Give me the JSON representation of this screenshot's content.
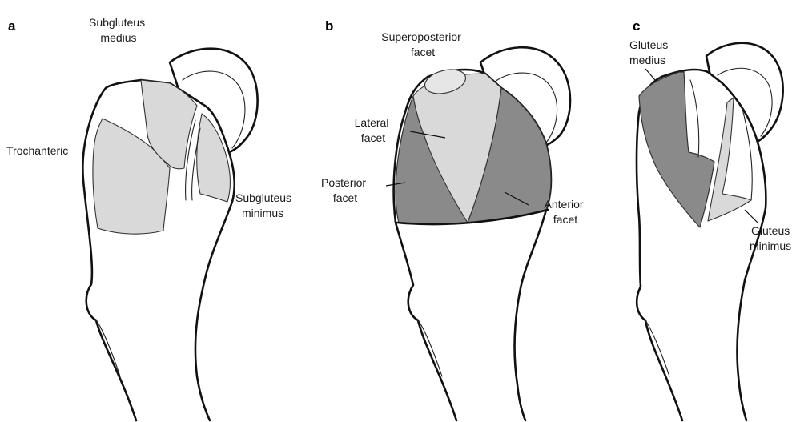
{
  "colors": {
    "light_region": "#d9d9d9",
    "dark_region": "#8a8a8a",
    "outline": "#111111"
  },
  "panels": [
    {
      "letter": "a",
      "labels": {
        "subgluteus_medius": [
          "Subgluteus",
          "medius"
        ],
        "trochanteric": [
          "Trochanteric"
        ],
        "subgluteus_minimus": [
          "Subgluteus",
          "minimus"
        ]
      }
    },
    {
      "letter": "b",
      "labels": {
        "superoposterior_facet": [
          "Superoposterior",
          "facet"
        ],
        "lateral_facet": [
          "Lateral",
          "facet"
        ],
        "posterior_facet": [
          "Posterior",
          "facet"
        ],
        "anterior_facet": [
          "Anterior",
          "facet"
        ]
      }
    },
    {
      "letter": "c",
      "labels": {
        "gluteus_medius": [
          "Gluteus",
          "medius"
        ],
        "gluteus_minimus": [
          "Gluteus",
          "minimus"
        ]
      }
    }
  ]
}
